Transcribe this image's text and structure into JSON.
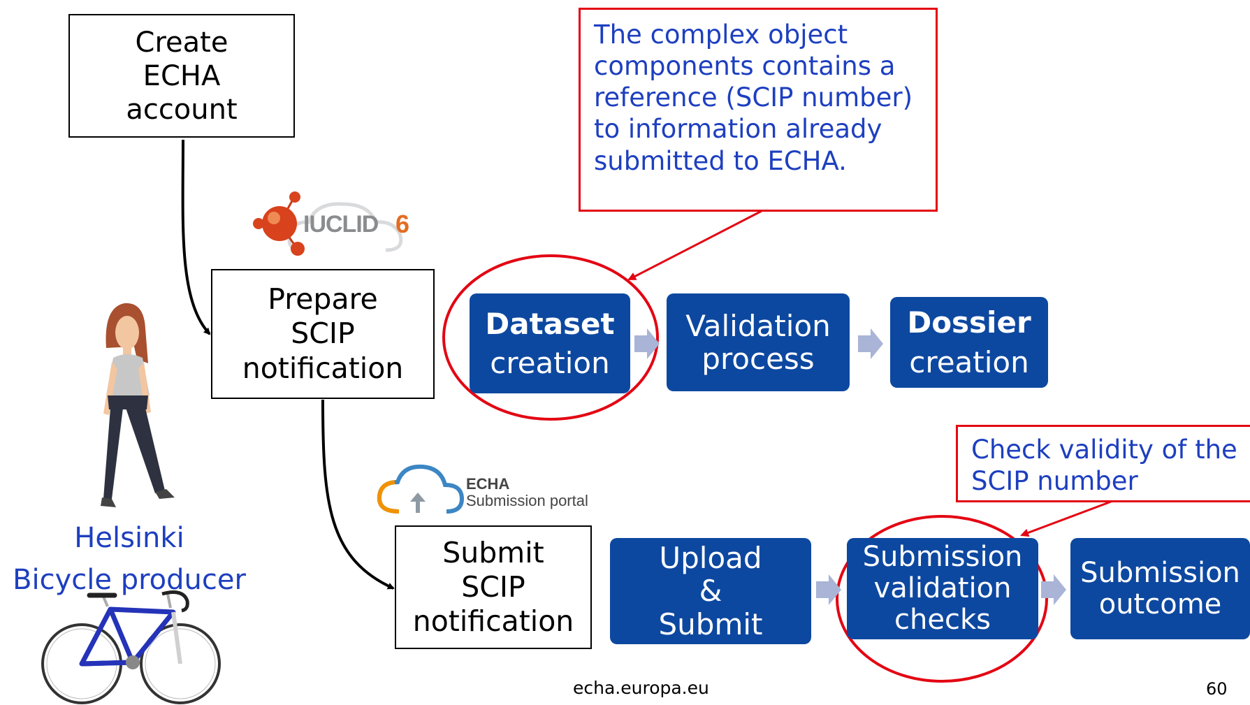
{
  "boxes": {
    "create_account": [
      "Create",
      "ECHA",
      "account"
    ],
    "prepare": [
      "Prepare",
      "SCIP",
      "notification"
    ],
    "submit": [
      "Submit",
      "SCIP",
      "notification"
    ]
  },
  "process_top": [
    {
      "bold": "Dataset",
      "text": "creation"
    },
    {
      "bold": "",
      "text": "Validation process"
    },
    {
      "bold": "Dossier",
      "text": "creation"
    }
  ],
  "process_bottom": [
    {
      "text": "Upload & Submit"
    },
    {
      "text": "Submission validation checks"
    },
    {
      "text": "Submission outcome"
    }
  ],
  "callouts": {
    "complex_object": "The complex object components contains a reference (SCIP number) to information already submitted to ECHA.",
    "check_validity": "Check validity of the SCIP number"
  },
  "logos": {
    "iuclid": "IUCLID",
    "iuclid_version": "6",
    "portal_line1": "ECHA",
    "portal_line2": "Submission portal"
  },
  "persona": {
    "line1": "Helsinki",
    "line2": "Bicycle producer"
  },
  "footer": {
    "url": "echa.europa.eu",
    "page_number": "60"
  },
  "colors": {
    "process_blue": "#0d48a0",
    "callout_red": "#e30613",
    "text_blue": "#1d3fbf",
    "chevron": "#a9b4d6"
  }
}
